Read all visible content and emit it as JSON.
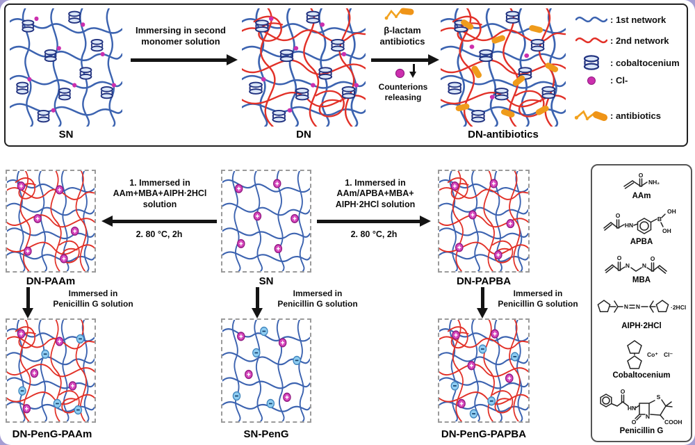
{
  "top": {
    "sn_label": "SN",
    "dn_label": "DN",
    "dnabx_label": "DN-antibiotics",
    "arrow1": {
      "line1": "Immersing in second",
      "line2": "monomer solution"
    },
    "arrow2": {
      "line1": "β-lactam",
      "line2": "antibiotics"
    },
    "counterions": {
      "line1": "Counterions",
      "line2": "releasing"
    },
    "legend": [
      {
        "label": ": 1st network"
      },
      {
        "label": ": 2nd network"
      },
      {
        "label": ": cobaltocenium"
      },
      {
        "label": ": Cl-"
      },
      {
        "label": ": antibiotics"
      }
    ]
  },
  "bottom": {
    "left_arrow": {
      "line1": "1. Immersed in",
      "line2": "AAm+MBA+AIPH·2HCl",
      "line3": "solution",
      "below": "2. 80 °C, 2h"
    },
    "right_arrow": {
      "line1": "1. Immersed in",
      "line2": "AAm/APBA+MBA+",
      "line3": "AIPH·2HCl solution",
      "below": "2. 80 °C, 2h"
    },
    "peng_arrow": {
      "line1": "Immersed in",
      "line2": "Penicillin G solution"
    },
    "labels": {
      "dn_paam": "DN-PAAm",
      "sn": "SN",
      "dn_papba": "DN-PAPBA",
      "dn_peng_paam": "DN-PenG-PAAm",
      "sn_peng": "SN-PenG",
      "dn_peng_papba": "DN-PenG-PAPBA"
    }
  },
  "chemicals": [
    {
      "name": "AAm",
      "atoms": [
        "O",
        "NH₂"
      ]
    },
    {
      "name": "APBA",
      "atoms": [
        "O",
        "HN",
        "B",
        "OH",
        "OH"
      ]
    },
    {
      "name": "MBA",
      "atoms": [
        "O",
        "N",
        "N",
        "O"
      ]
    },
    {
      "name": "AIPH·2HCl",
      "atoms": [
        "N",
        "N",
        "·2HCl"
      ]
    },
    {
      "name": "Cobaltocenium",
      "atoms": [
        "Co⁺",
        "Cl⁻"
      ]
    },
    {
      "name": "Penicillin G",
      "atoms": [
        "O",
        "HN",
        "S",
        "N",
        "O",
        "COOH"
      ]
    }
  ],
  "colors": {
    "first_network": "#3c63b0",
    "second_network": "#e23128",
    "counterion": "#cc2fae",
    "penicillin_ion": "#8ecdf2",
    "antibiotic": "#ef9b1b"
  }
}
